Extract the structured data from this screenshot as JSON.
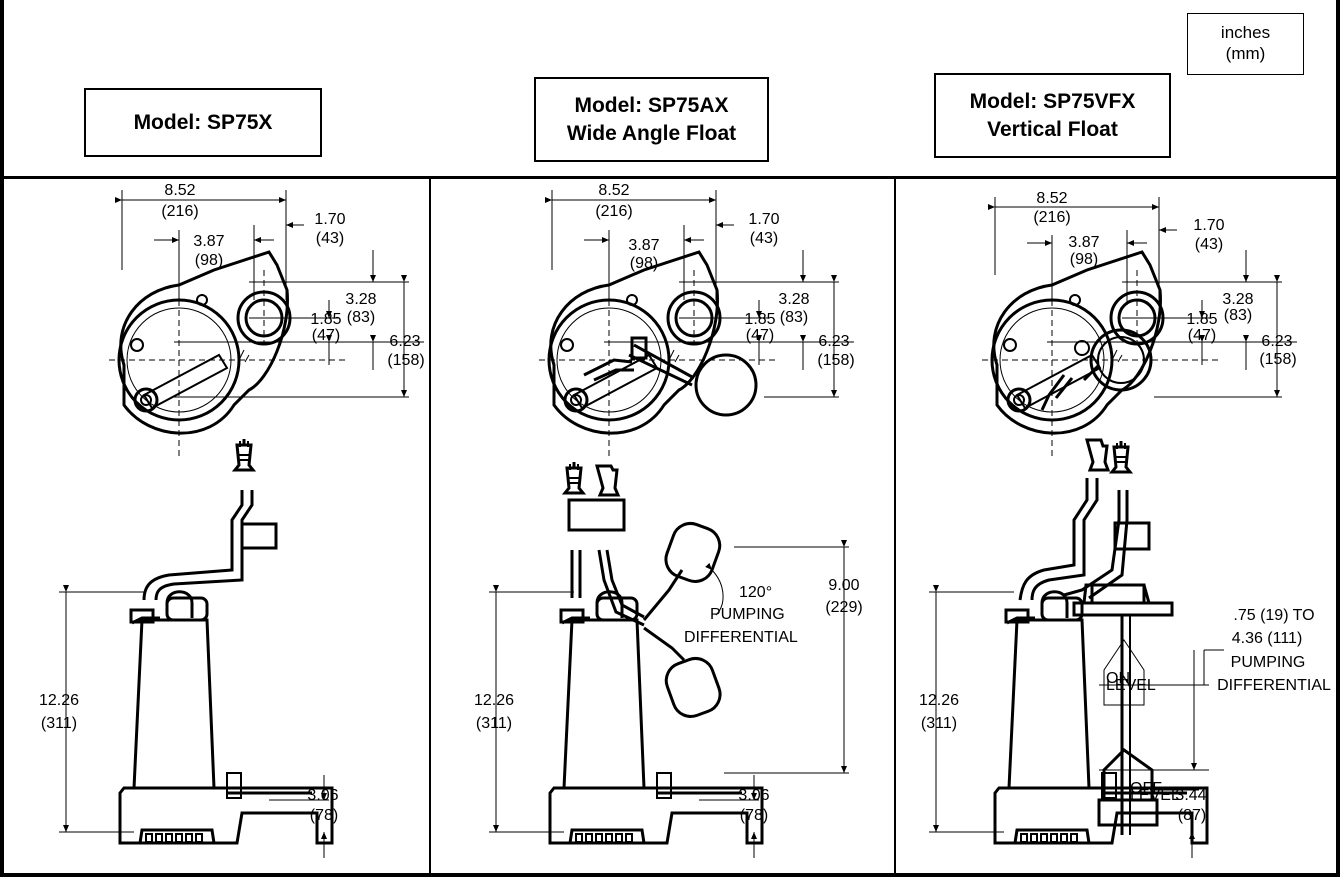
{
  "units": {
    "line1": "inches",
    "line2": "(mm)"
  },
  "models": [
    {
      "title": "Model: SP75X",
      "subtitle": ""
    },
    {
      "title": "Model: SP75AX",
      "subtitle": "Wide Angle Float"
    },
    {
      "title": "Model: SP75VFX",
      "subtitle": "Vertical Float"
    }
  ],
  "dims": {
    "overall_width": "8.52",
    "overall_width_mm": "(216)",
    "center_width": "3.87",
    "center_width_mm": "(98)",
    "discharge_offset": "1.70",
    "discharge_offset_mm": "(43)",
    "outer_depth": "3.28",
    "outer_depth_mm": "(83)",
    "inner_depth": "1.85",
    "inner_depth_mm": "(47)",
    "overall_depth": "6.23",
    "overall_depth_mm": "(158)",
    "height": "12.26",
    "height_mm": "(311)",
    "inlet_height": "3.06",
    "inlet_height_mm": "(78)",
    "inlet_height_vf": "3.44",
    "inlet_height_vf_mm": "(87)"
  },
  "wide_angle": {
    "angle": "120°",
    "line1": "PUMPING",
    "line2": "DIFFERENTIAL",
    "diff": "9.00",
    "diff_mm": "(229)"
  },
  "vertical": {
    "range1": ".75 (19) TO",
    "range2": "4.36 (111)",
    "line1": "PUMPING",
    "line2": "DIFFERENTIAL",
    "on_label": "ON",
    "on_label2": "LEVEL",
    "off_label": "OFF",
    "off_label2": "LEVEL"
  }
}
